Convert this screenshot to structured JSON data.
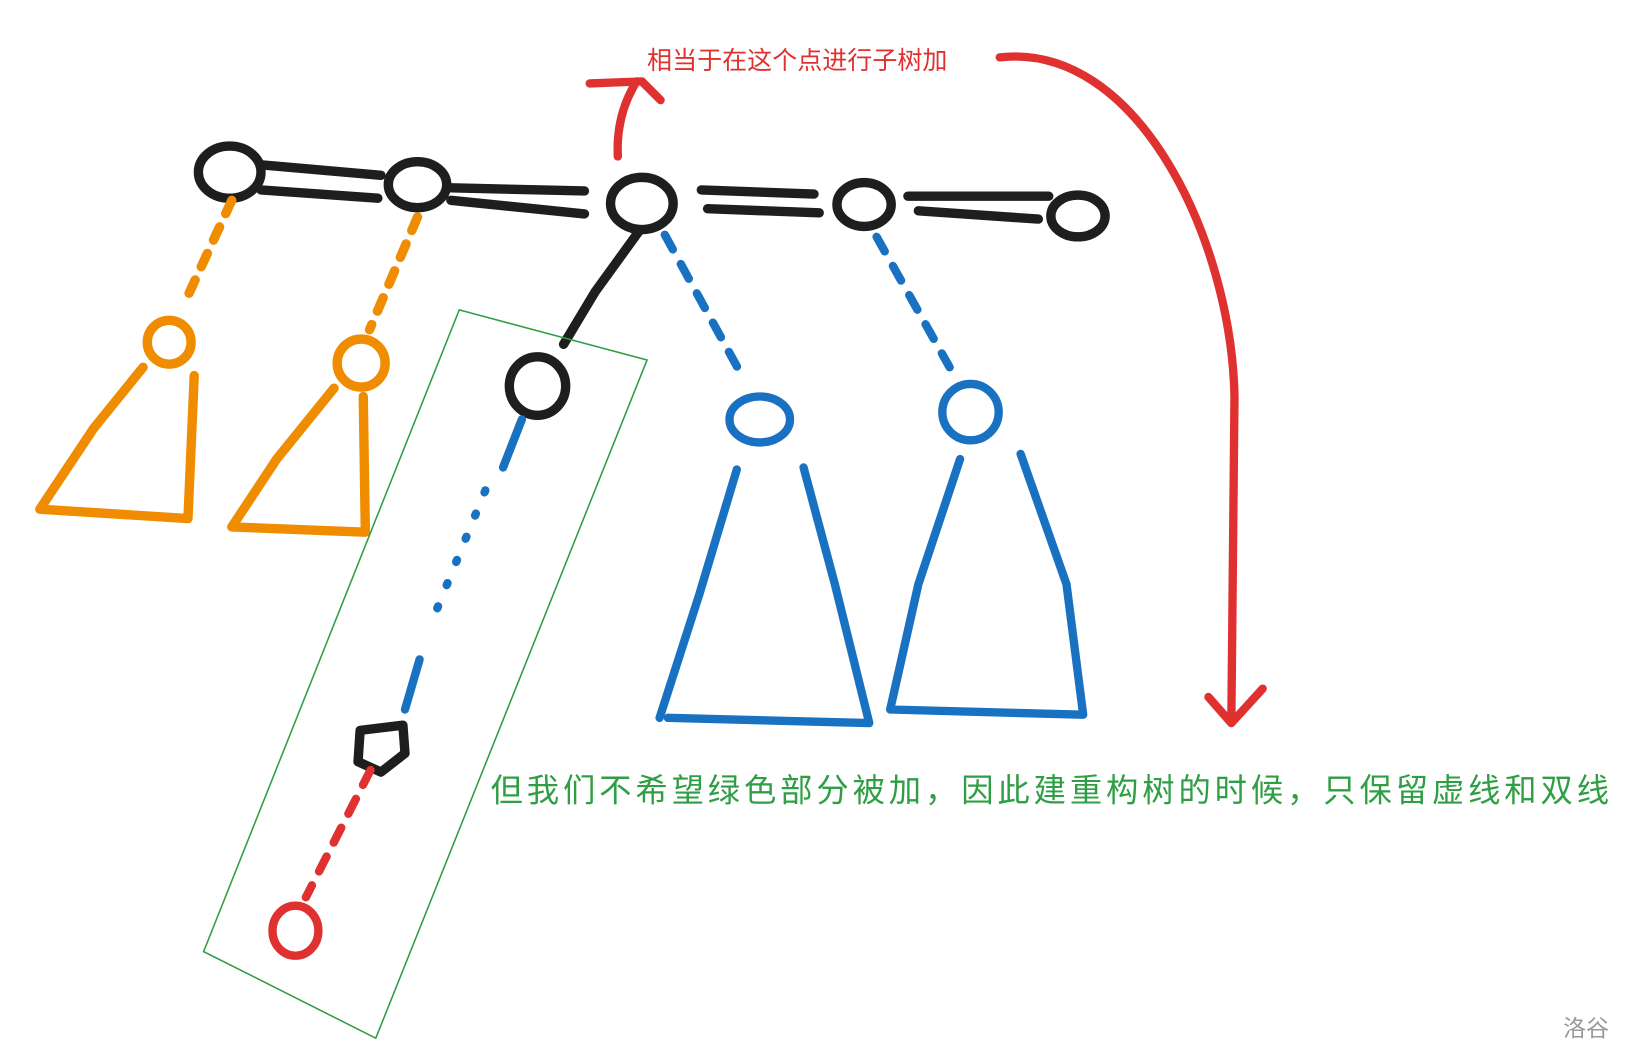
{
  "annotations": {
    "top_note": "相当于在这个点进行子树加",
    "bottom_note": "但我们不希望绿色部分被加，因此建重构树的时候，只保留虚线和双线"
  },
  "watermark": "洛谷",
  "colors": {
    "black": "#1e1e1e",
    "orange": "#f08c00",
    "blue": "#1971c2",
    "red": "#e03131",
    "green": "#2f9e44"
  }
}
